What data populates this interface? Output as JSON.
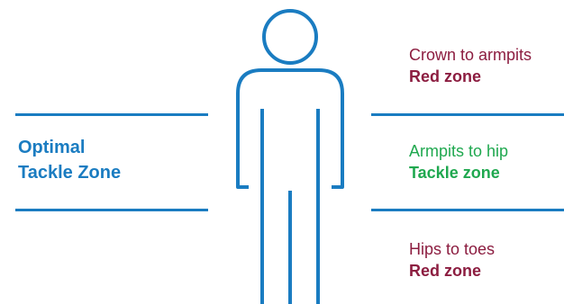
{
  "left_label": {
    "line1": "Optimal",
    "line2": "Tackle Zone"
  },
  "zones": [
    {
      "description": "Crown to armpits",
      "name": "Red zone",
      "color": "#8c1d40"
    },
    {
      "description": "Armpits to hip",
      "name": "Tackle zone",
      "color": "#1fa84f"
    },
    {
      "description": "Hips to toes",
      "name": "Red zone",
      "color": "#8c1d40"
    }
  ],
  "colors": {
    "figure": "#1a7cc1",
    "rules": "#1a7cc1",
    "label": "#1a7cc1"
  }
}
